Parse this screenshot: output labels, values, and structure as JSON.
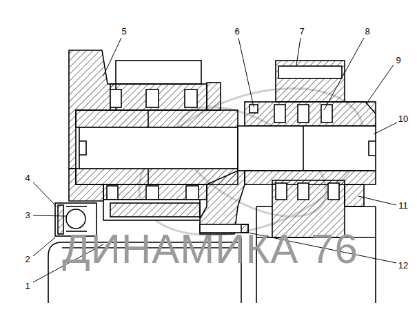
{
  "diagram": {
    "labels": [
      "5",
      "6",
      "7",
      "8",
      "9",
      "10",
      "4",
      "3",
      "11",
      "2",
      "12",
      "1",
      "ДИНАМИКА 76"
    ]
  }
}
